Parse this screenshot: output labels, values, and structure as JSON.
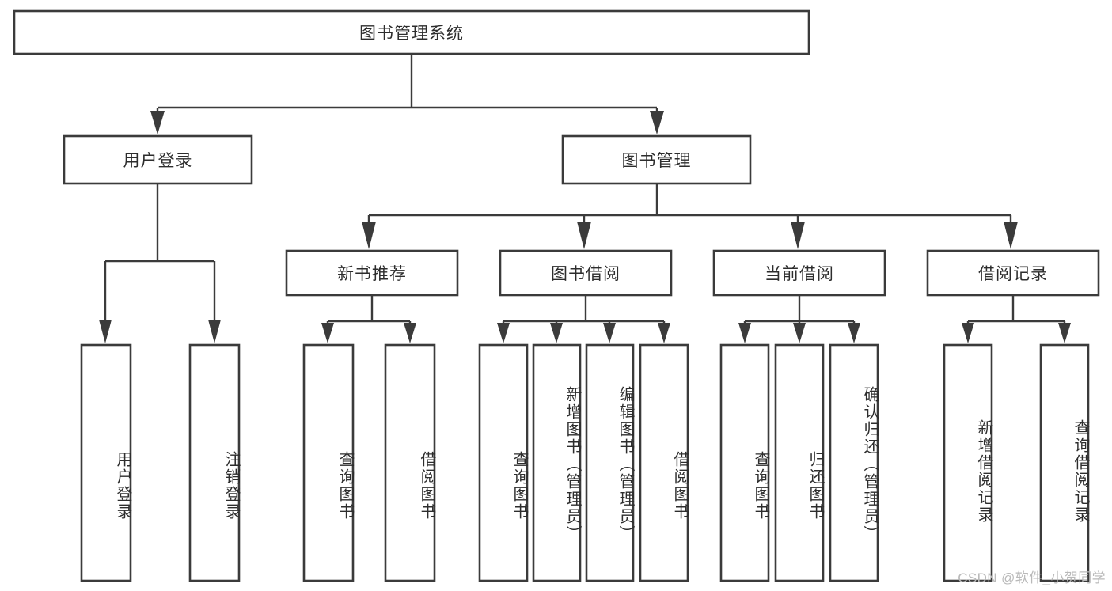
{
  "diagram": {
    "type": "hierarchy-tree",
    "title": "图书管理系统",
    "orientation": "top-down",
    "colors": {
      "stroke": "#3b3b3b",
      "fill": "#ffffff",
      "text": "#2d2d2d",
      "background": "#ffffff",
      "watermark": "#b9b9b9"
    },
    "root": {
      "label": "图书管理系统"
    },
    "level2": [
      {
        "label": "用户登录"
      },
      {
        "label": "图书管理"
      }
    ],
    "level3": [
      {
        "label": "新书推荐"
      },
      {
        "label": "图书借阅"
      },
      {
        "label": "当前借阅"
      },
      {
        "label": "借阅记录"
      }
    ],
    "leaves": {
      "user_login": [
        {
          "label": "用户登录"
        },
        {
          "label": "注销登录"
        }
      ],
      "new_book_recommend": [
        {
          "label": "查询图书"
        },
        {
          "label": "借阅图书"
        }
      ],
      "book_borrow": [
        {
          "label": "查询图书"
        },
        {
          "label": "新增图书（管理员）"
        },
        {
          "label": "编辑图书（管理员）"
        },
        {
          "label": "借阅图书"
        }
      ],
      "current_borrow": [
        {
          "label": "查询图书"
        },
        {
          "label": "归还图书"
        },
        {
          "label": "确认归还（管理员）"
        }
      ],
      "borrow_record": [
        {
          "label": "新增借阅记录"
        },
        {
          "label": "查询借阅记录"
        }
      ]
    }
  },
  "watermark": {
    "text": "CSDN @软件_小贺同学"
  }
}
